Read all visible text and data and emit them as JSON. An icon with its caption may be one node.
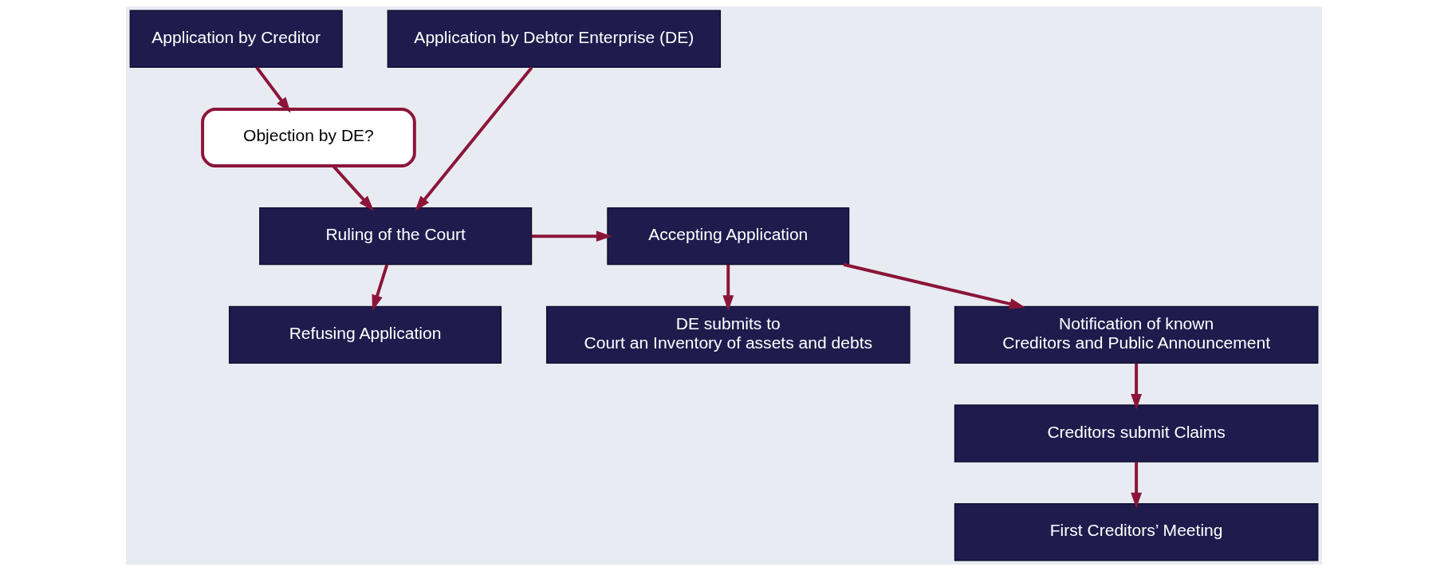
{
  "diagram": {
    "nodes": [
      {
        "text": [
          "Application by Creditor"
        ]
      },
      {
        "text": [
          "Application by Debtor Enterprise (DE)"
        ]
      },
      {
        "text": [
          "Objection by DE?"
        ]
      },
      {
        "text": [
          "Ruling of the Court"
        ]
      },
      {
        "text": [
          "Accepting Application"
        ]
      },
      {
        "text": [
          "Refusing Application"
        ]
      },
      {
        "text": [
          "DE submits to Court an Inventory of assets and debts"
        ]
      },
      {
        "text": [
          "Notification of known Creditors and Public Announcement"
        ]
      },
      {
        "text": [
          "Creditors submit Claims"
        ]
      },
      {
        "text": [
          "First Creditors’ Meeting"
        ]
      }
    ],
    "edges": [
      {
        "from": 0,
        "to": 2,
        "arrow": "to"
      },
      {
        "from": 2,
        "to": 3,
        "arrow": "to"
      },
      {
        "from": 1,
        "to": 3,
        "arrow": "to"
      },
      {
        "from": 3,
        "to": 4,
        "arrow": "to"
      },
      {
        "from": 3,
        "to": 5,
        "arrow": "to"
      },
      {
        "from": 4,
        "to": 6,
        "arrow": "to"
      },
      {
        "from": 4,
        "to": 7,
        "arrow": "to"
      },
      {
        "from": 7,
        "to": 8,
        "arrow": "to"
      },
      {
        "from": 8,
        "to": 9,
        "arrow": "to"
      }
    ]
  }
}
